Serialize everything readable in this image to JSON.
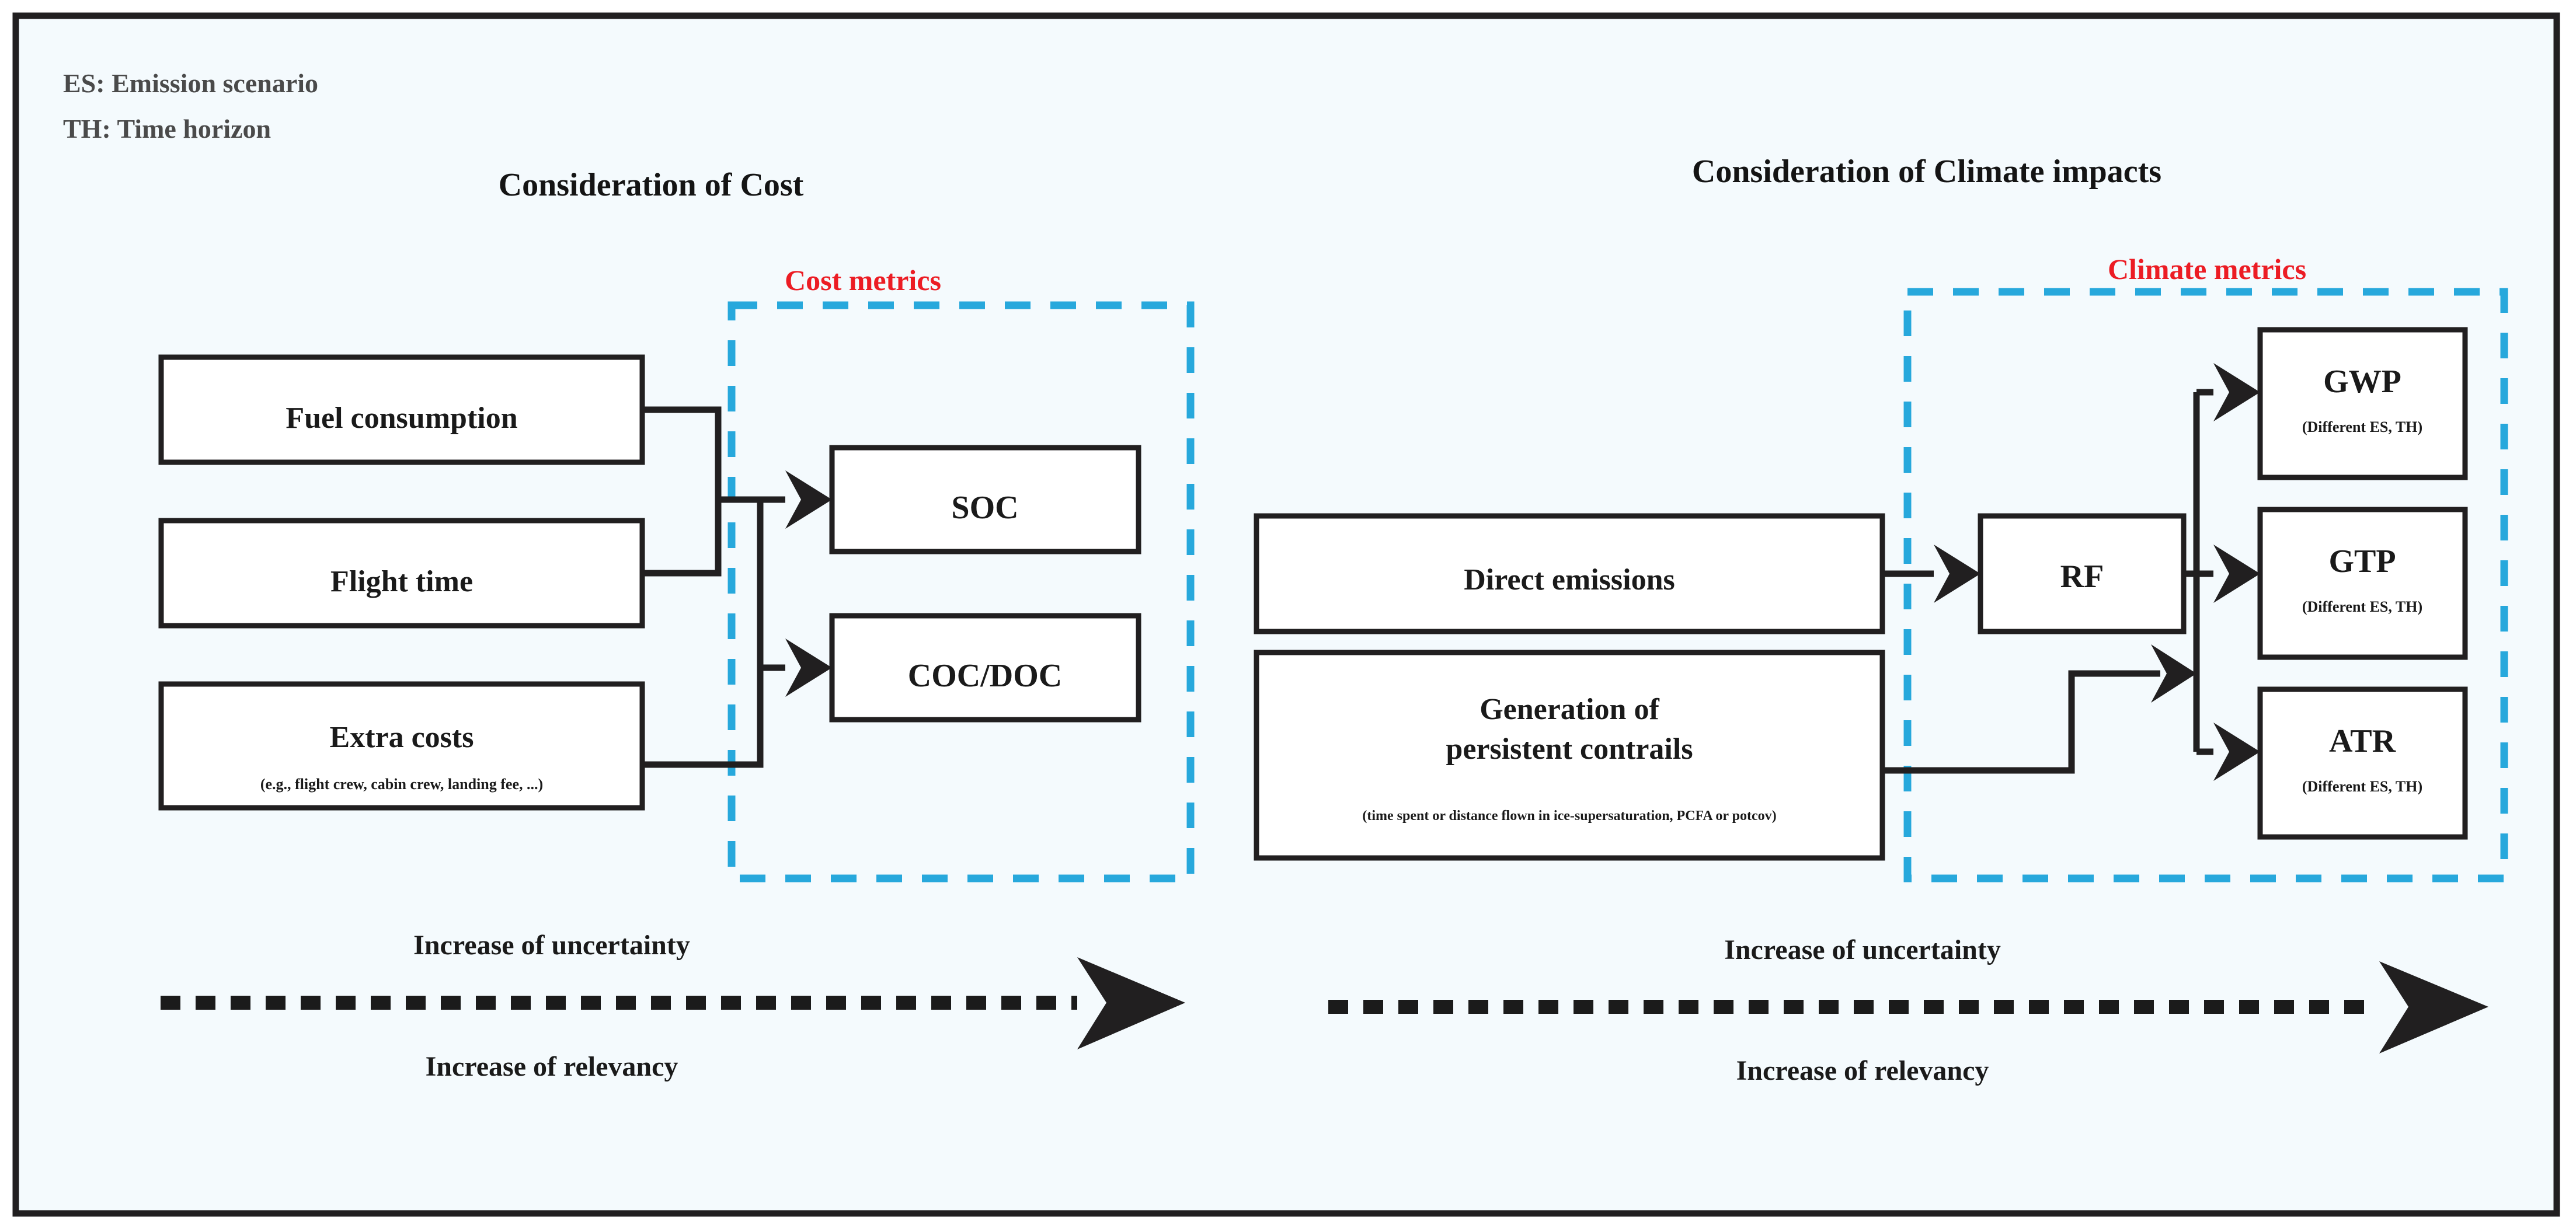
{
  "figure": {
    "background_color": "#f4fafd",
    "frame_color": "#211f20",
    "accent_red": "#ec1c24",
    "accent_cyan": "#27a8dc"
  },
  "legend": {
    "line1": "ES: Emission scenario",
    "line2": "TH: Time horizon"
  },
  "panels": {
    "cost": {
      "title": "Consideration of Cost",
      "metrics_group_label": "Cost metrics",
      "inputs": [
        {
          "label": "Fuel consumption",
          "sublabel": ""
        },
        {
          "label": "Flight time",
          "sublabel": ""
        },
        {
          "label": "Extra costs",
          "sublabel": "(e.g., flight crew, cabin crew, landing fee, ...)"
        }
      ],
      "metrics": [
        {
          "label": "SOC",
          "sublabel": ""
        },
        {
          "label": "COC/DOC",
          "sublabel": ""
        }
      ],
      "axis_top_label": "Increase of uncertainty",
      "axis_bottom_label": "Increase of relevancy"
    },
    "climate": {
      "title": "Consideration of Climate impacts",
      "metrics_group_label": "Climate metrics",
      "inputs": [
        {
          "label": "Direct emissions",
          "sublabel": ""
        },
        {
          "label_line1": "Generation of",
          "label_line2": "persistent contrails",
          "sublabel": "(time spent or distance flown in ice-supersaturation, PCFA or potcov)"
        }
      ],
      "intermediate": {
        "label": "RF"
      },
      "metrics": [
        {
          "label": "GWP",
          "sublabel": "(Different ES, TH)"
        },
        {
          "label": "GTP",
          "sublabel": "(Different ES, TH)"
        },
        {
          "label": "ATR",
          "sublabel": "(Different ES, TH)"
        }
      ],
      "axis_top_label": "Increase of uncertainty",
      "axis_bottom_label": "Increase of relevancy"
    }
  }
}
